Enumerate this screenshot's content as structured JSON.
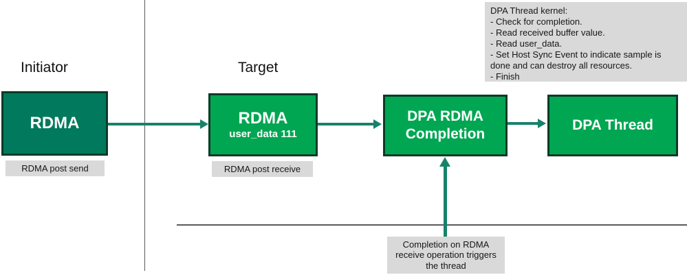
{
  "headings": {
    "initiator": "Initiator",
    "target": "Target"
  },
  "boxes": {
    "initiator_rdma": {
      "title": "RDMA"
    },
    "target_rdma": {
      "title": "RDMA",
      "subtitle": "user_data 111"
    },
    "dpa_rdma_completion": {
      "line1": "DPA RDMA",
      "line2": "Completion"
    },
    "dpa_thread": {
      "title": "DPA Thread"
    }
  },
  "labels": {
    "post_send": "RDMA post send",
    "post_receive": "RDMA post receive",
    "completion_trigger_note": "Completion on RDMA receive operation triggers the thread"
  },
  "kernel_note": {
    "title": "DPA Thread kernel:",
    "items": [
      "- Check for completion.",
      "- Read received buffer value.",
      "- Read user_data.",
      "- Set Host Sync Event to indicate sample is done and can destroy all resources.",
      "- Finish"
    ]
  },
  "colors": {
    "initiator_box": "#00795C",
    "bright_box": "#00A651",
    "box_border": "#0C3A27",
    "arrow": "#17826B",
    "label_bg": "#D9D9D9",
    "line_gray": "#595959",
    "text": "#1E1E1E"
  }
}
